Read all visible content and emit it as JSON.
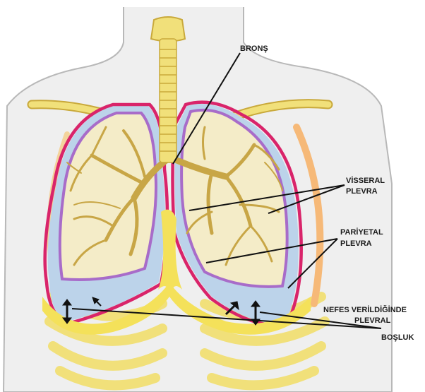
{
  "labels": {
    "bronchus": "BRONŞ",
    "visceral_line1": "VİSSERAL",
    "visceral_line2": "PLEVRA",
    "parietal_line1": "PARİYETAL",
    "parietal_line2": "PLEVRA",
    "space_line1": "NEFES VERİLDİĞİNDE",
    "space_line2": "PLEVRAL",
    "space_line3": "BOŞLUK"
  },
  "colors": {
    "body_outline": "#b8b8b8",
    "bone": "#f1e07a",
    "bone_edge": "#c9a93b",
    "bronchial_tree": "#c8a646",
    "lung_fill": "#f4ecc8",
    "visceral_pleura": "#a86cc9",
    "parietal_pleura": "#d9246a",
    "pleural_space": "#bcd3ea",
    "diaphragm": "#f4e15a",
    "leader_line": "#111111"
  }
}
